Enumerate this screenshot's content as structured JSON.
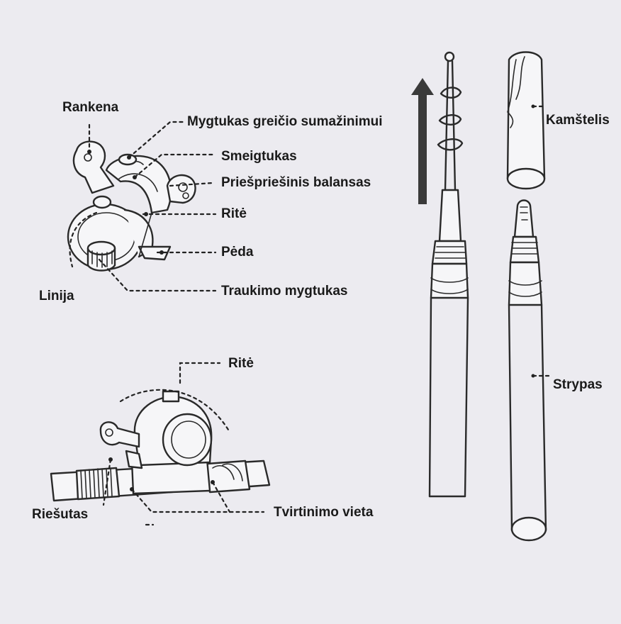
{
  "labels": {
    "rankena": "Rankena",
    "mygtukas_greicio": "Mygtukas greičio sumažinimui",
    "smeigtukas": "Smeigtukas",
    "priespriesinis": "Priešpriešinis balansas",
    "rite_top": "Ritė",
    "peda": "Pėda",
    "linija": "Linija",
    "traukimo": "Traukimo mygtukas",
    "rite_bottom": "Ritė",
    "riesutas": "Riešutas",
    "tvirtinimo": "Tvirtinimo vieta",
    "kamstelis": "Kamštelis",
    "strypas": "Strypas"
  },
  "colors": {
    "background": "#ecebf0",
    "ink": "#2a2a2a",
    "arrow": "#3a3a3a"
  }
}
